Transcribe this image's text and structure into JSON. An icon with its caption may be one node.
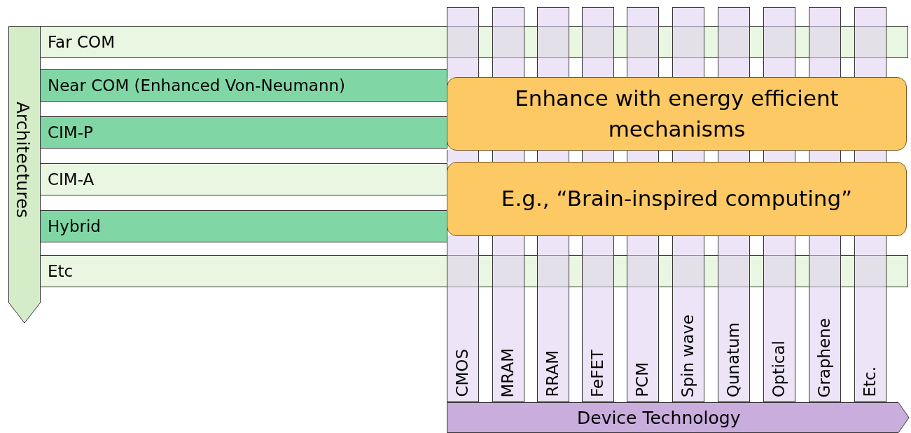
{
  "diagram": {
    "nodes": [
      {
        "text": [
          "Architectures"
        ]
      },
      {
        "text": [
          "Far COM"
        ]
      },
      {
        "text": [
          "Near COM (Enhanced Von-Neumann)"
        ]
      },
      {
        "text": [
          "CIM-P"
        ]
      },
      {
        "text": [
          "CIM-A"
        ]
      },
      {
        "text": [
          "Hybrid"
        ]
      },
      {
        "text": [
          "Etc"
        ]
      },
      {
        "text": [
          "CMOS"
        ]
      },
      {
        "text": [
          "MRAM"
        ]
      },
      {
        "text": [
          "RRAM"
        ]
      },
      {
        "text": [
          "FeFET"
        ]
      },
      {
        "text": [
          "PCM"
        ]
      },
      {
        "text": [
          "Spin wave"
        ]
      },
      {
        "text": [
          "Qunatum"
        ]
      },
      {
        "text": [
          "Optical"
        ]
      },
      {
        "text": [
          "Graphene"
        ]
      },
      {
        "text": [
          "Etc."
        ]
      },
      {
        "text": [
          "Device Technology"
        ]
      },
      {
        "text": [
          "Enhance with energy efficient mechanisms"
        ]
      },
      {
        "text": [
          "E.g., “Brain-inspired computing”"
        ]
      },
      {
        "text": [],
        "shape": "bar"
      },
      {
        "text": [],
        "shape": "bar"
      },
      {
        "text": [],
        "shape": "bar"
      },
      {
        "text": [],
        "shape": "bar"
      },
      {
        "text": [],
        "shape": "bar"
      },
      {
        "text": [],
        "shape": "bar"
      },
      {
        "text": [],
        "shape": "bar"
      },
      {
        "text": [],
        "shape": "bar"
      },
      {
        "text": [],
        "shape": "bar"
      },
      {
        "text": [],
        "shape": "bar"
      },
      {
        "text": [],
        "shape": "bar"
      },
      {
        "text": [],
        "shape": "bar"
      },
      {
        "text": [],
        "shape": "bar"
      },
      {
        "text": [],
        "shape": "bar"
      },
      {
        "text": [],
        "shape": "bar"
      },
      {
        "text": [],
        "shape": "bar"
      },
      {
        "text": [],
        "shape": "bar"
      },
      {
        "text": [],
        "shape": "bar"
      },
      {
        "text": [],
        "shape": "bar"
      },
      {
        "text": [],
        "shape": "bar"
      }
    ],
    "edges": []
  }
}
